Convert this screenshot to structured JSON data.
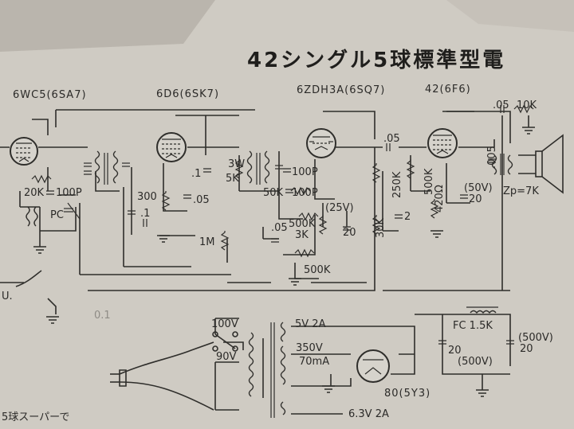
{
  "title": "42シングル5球標準型電",
  "tubes": {
    "t1": "6WC5(6SA7)",
    "t2": "6D6(6SK7)",
    "t3": "6ZDH3A(6SQ7)",
    "t4": "42(6F6)",
    "rect": "80(5Y3)"
  },
  "labels": {
    "r20k": "20K",
    "c100p_a": "100P",
    "pc": "PC",
    "r300": "300",
    "c01": ".1",
    "c05_a": ".05",
    "c01b": ".1",
    "r1m": "1M",
    "r5k": "5K",
    "r3w": "3W",
    "c100p_b": "100P",
    "r50k": "50K",
    "c100p_c": "100P",
    "v25": "(25V)",
    "r500k_a": "500K",
    "r3k": "3K",
    "c20_a": "20",
    "c05_b": ".05",
    "r500k_b": "500K",
    "c05_c": ".05",
    "r250k": "250K",
    "r500k_c": "500K",
    "r30k": "30K",
    "c2": "2",
    "r420": "420Ω",
    "v50": "(50V)",
    "c20_b": "20",
    "c005": ".005",
    "zp": "Zp=7K",
    "c05_top": ".05",
    "r10k": "10K",
    "v100": "100V",
    "v90": "90V",
    "v5": "5V 2A",
    "v350": "350V",
    "ma70": "70mA",
    "v63": "6.3V 2A",
    "fc": "FC 1.5K",
    "c20_c": "20",
    "v500a": "(500V)",
    "v500b": "(500V)",
    "c20_d": "20",
    "u": "U.",
    "note": "5球スーパーで",
    "pencil": "0.1"
  }
}
